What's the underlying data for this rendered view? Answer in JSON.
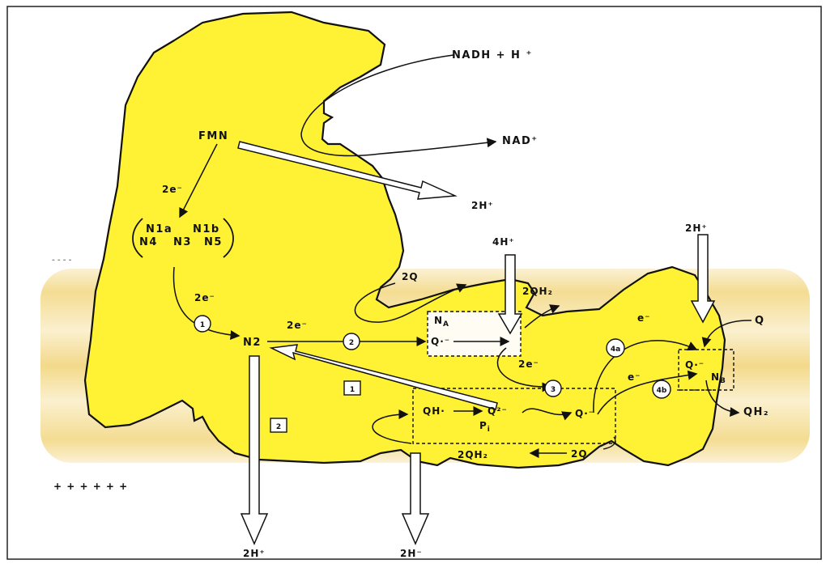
{
  "top": {
    "nadh": "NADH + H ⁺",
    "nad": "NAD⁺",
    "h2_top": "2H⁺",
    "fmn": "FMN",
    "e2_fmn": "2e⁻"
  },
  "cluster": {
    "row1_a": "N1a",
    "row1_b": "N1b",
    "row2_a": "N4",
    "row2_b": "N3",
    "row2_c": "N5"
  },
  "membrane": {
    "dashes_top": "- - - -",
    "plus_bottom": "+ + + + + +"
  },
  "left": {
    "e2_down": "2e⁻",
    "step1": "1",
    "n2": "N2",
    "e2_to_q": "2e⁻",
    "step2": "2",
    "box1": "1",
    "box2": "2",
    "h2_bottom_left": "2H⁺"
  },
  "qsite": {
    "h4_top": "4H⁺",
    "two_q_top": "2Q",
    "two_qh2_top": "2QH₂",
    "na_label": "N",
    "na_sub": "A",
    "q_radical_na": "Q·⁻",
    "e2_small": "2e⁻",
    "step3": "3",
    "qh_radical": "QH·",
    "q2minus": "Q²⁻",
    "q_radical_mid": "Q·⁻",
    "pi_label": "P",
    "pi_sub": "i",
    "two_qh2_bottom": "2QH₂",
    "two_q_bottom": "2Q",
    "h2_bottom_mid": "2H⁻"
  },
  "right": {
    "h2_top_right": "2H⁺",
    "e_upper": "e⁻",
    "step4a": "4a",
    "q_right": "Q",
    "q_radical_nb": "Q·⁻",
    "nb_label": "N",
    "nb_sub": "B",
    "e_lower": "e⁻",
    "step4b": "4b",
    "qh2_right": "QH₂"
  },
  "colors": {
    "protein_fill": "#fff133",
    "membrane": "#f6dc8e",
    "arrow_fill": "#ffffff",
    "stroke": "#111111"
  }
}
